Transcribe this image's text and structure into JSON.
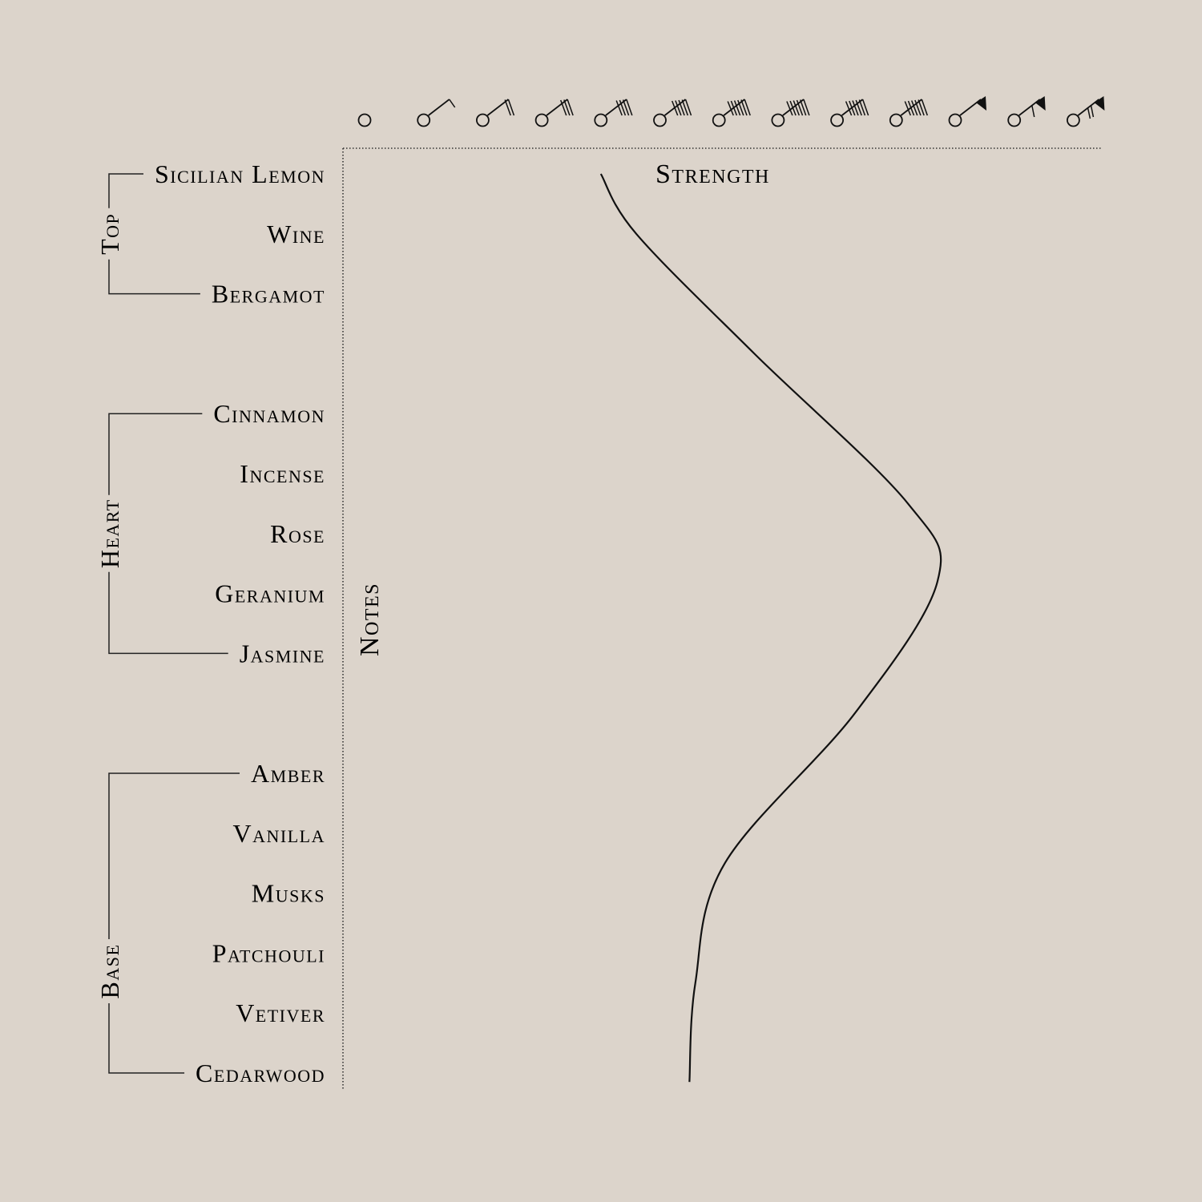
{
  "chart_data": {
    "type": "line",
    "orientation": "vertical",
    "x_axis": {
      "label": "Strength",
      "scale": "wind-force-symbols",
      "tick_icons": [
        "calm-circle-icon",
        "wind-1-icon",
        "wind-2-icon",
        "wind-3-icon",
        "wind-4-icon",
        "wind-5-icon",
        "wind-6-icon",
        "wind-7-icon",
        "wind-8-icon",
        "wind-9-icon",
        "wind-10-icon",
        "wind-11-icon",
        "wind-12-icon"
      ],
      "range": [
        0,
        12
      ]
    },
    "y_axis": {
      "label": "Notes",
      "categories": [
        "Sicilian Lemon",
        "Wine",
        "Bergamot",
        "Cinnamon",
        "Incense",
        "Rose",
        "Geranium",
        "Jasmine",
        "Amber",
        "Vanilla",
        "Musks",
        "Patchouli",
        "Vetiver",
        "Cedarwood"
      ]
    },
    "groups": [
      {
        "name": "Top",
        "first": 0,
        "last": 2
      },
      {
        "name": "Heart",
        "first": 3,
        "last": 7
      },
      {
        "name": "Base",
        "first": 8,
        "last": 13
      }
    ],
    "curve": {
      "points": [
        {
          "note_position": 0.0,
          "strength": 4.0
        },
        {
          "note_position": 1.0,
          "strength": 4.6
        },
        {
          "note_position": 2.5,
          "strength": 6.6
        },
        {
          "note_position": 4.5,
          "strength": 9.2
        },
        {
          "note_position": 5.8,
          "strength": 9.7
        },
        {
          "note_position": 7.5,
          "strength": 8.3
        },
        {
          "note_position": 9.5,
          "strength": 6.1
        },
        {
          "note_position": 11.5,
          "strength": 5.6
        },
        {
          "note_position": 13.15,
          "strength": 5.5
        }
      ]
    },
    "grid": false,
    "line_color": "#111111",
    "background": "#dcd4cb"
  }
}
